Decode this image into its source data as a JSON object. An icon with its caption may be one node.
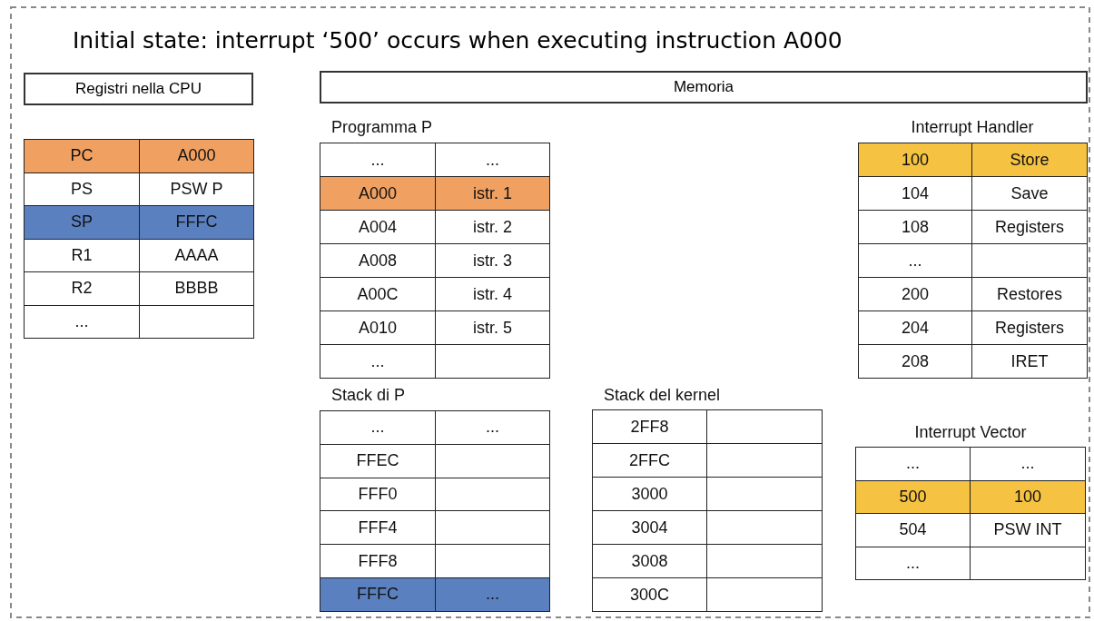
{
  "diagram": {
    "title": "Initial state: interrupt ‘500’ occurs when executing instruction A000",
    "nodes": [
      {
        "text": [
          "Registri nella CPU"
        ]
      },
      {
        "text": [
          "Memoria"
        ]
      }
    ],
    "edges": [],
    "labels": [
      "PC",
      "A000",
      "PS",
      "PSW P",
      "SP",
      "FFFC",
      "R1",
      "AAAA",
      "R2",
      "BBBB",
      "...",
      "Programma P",
      "...",
      "...",
      "A000",
      "istr. 1",
      "A004",
      "istr. 2",
      "A008",
      "istr. 3",
      "A00C",
      "istr. 4",
      "A010",
      "istr. 5",
      "...",
      "Interrupt Handler",
      "100",
      "Store",
      "104",
      "Save",
      "108",
      "Registers",
      "...",
      "200",
      "Restores",
      "204",
      "Registers",
      "208",
      "IRET",
      "Stack di P",
      "...",
      "...",
      "FFEC",
      "FFF0",
      "FFF4",
      "FFF8",
      "FFFC",
      "...",
      "Stack del kernel",
      "2FF8",
      "2FFC",
      "3000",
      "3004",
      "3008",
      "300C",
      "Interrupt Vector",
      "...",
      "...",
      "500",
      "100",
      "504",
      "PSW INT",
      "..."
    ]
  }
}
